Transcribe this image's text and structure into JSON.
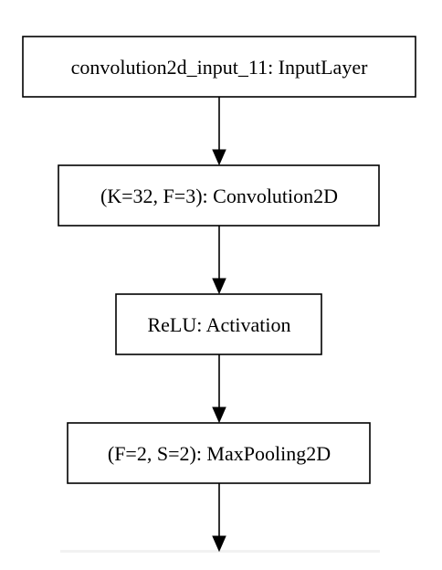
{
  "nodes": [
    {
      "id": "input",
      "label": "convolution2d_input_11: InputLayer"
    },
    {
      "id": "conv",
      "label": "(K=32, F=3): Convolution2D"
    },
    {
      "id": "relu",
      "label": "ReLU: Activation"
    },
    {
      "id": "pool",
      "label": "(F=2, S=2): MaxPooling2D"
    }
  ],
  "edges": [
    {
      "from": "input",
      "to": "conv"
    },
    {
      "from": "conv",
      "to": "relu"
    },
    {
      "from": "relu",
      "to": "pool"
    },
    {
      "from": "pool",
      "to": "next"
    }
  ]
}
